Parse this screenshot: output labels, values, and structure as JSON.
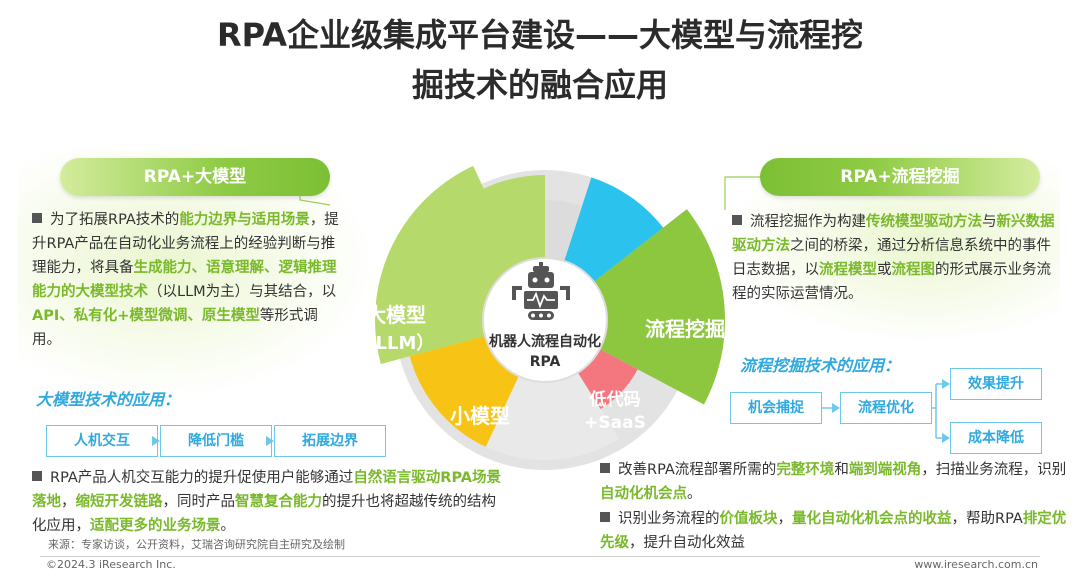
{
  "title": {
    "line1": "RPA企业级集成平台建设——大模型与流程挖",
    "line2": "掘技术的融合应用"
  },
  "left": {
    "pill": "RPA+大模型",
    "para1": [
      {
        "t": "为了拓展RPA技术的",
        "h": false
      },
      {
        "t": "能力边界与适用场景",
        "h": true
      },
      {
        "t": "，提升RPA产品在自动化业务流程上的经验判断与推理能力，将具备",
        "h": false
      },
      {
        "t": "生成能力、语意理解、逻辑推理能力的大模型技术",
        "h": true
      },
      {
        "t": "（以LLM为主）与其结合，以",
        "h": false
      },
      {
        "t": "API、私有化+模型微调、原生模型",
        "h": true
      },
      {
        "t": "等形式调用。",
        "h": false
      }
    ],
    "subtitle": "大模型技术的应用：",
    "flow": [
      "人机交互",
      "降低门槛",
      "拓展边界"
    ],
    "para2": [
      {
        "t": "RPA产品人机交互能力的提升促使用户能够通过",
        "h": false
      },
      {
        "t": "自然语言驱动RPA场景落地",
        "h": true
      },
      {
        "t": "，",
        "h": false
      },
      {
        "t": "缩短开发链路",
        "h": true
      },
      {
        "t": "，同时产品",
        "h": false
      },
      {
        "t": "智慧复合能力",
        "h": true
      },
      {
        "t": "的提升也将超越传统的结构化应用，",
        "h": false
      },
      {
        "t": "适配更多的业务场景",
        "h": true
      },
      {
        "t": "。",
        "h": false
      }
    ]
  },
  "right": {
    "pill": "RPA+流程挖掘",
    "para1": [
      {
        "t": "流程挖掘作为构建",
        "h": false
      },
      {
        "t": "传统模型驱动方法",
        "h": true
      },
      {
        "t": "与",
        "h": false
      },
      {
        "t": "新兴数据驱动方法",
        "h": true
      },
      {
        "t": "之间的桥梁，通过分析信息系统中的事件日志数据，以",
        "h": false
      },
      {
        "t": "流程模型",
        "h": true
      },
      {
        "t": "或",
        "h": false
      },
      {
        "t": "流程图",
        "h": true
      },
      {
        "t": "的形式展示业务流程的实际运营情况。",
        "h": false
      }
    ],
    "subtitle": "流程挖掘技术的应用：",
    "flow": {
      "a": "机会捕捉",
      "b": "流程优化",
      "c": "效果提升",
      "d": "成本降低"
    },
    "bullets": [
      [
        {
          "t": "改善RPA流程部署所需的",
          "h": false
        },
        {
          "t": "完整环境",
          "h": true
        },
        {
          "t": "和",
          "h": false
        },
        {
          "t": "端到端视角",
          "h": true
        },
        {
          "t": "，扫描业务流程，识别",
          "h": false
        },
        {
          "t": "自动化机会点",
          "h": true
        },
        {
          "t": "。",
          "h": false
        }
      ],
      [
        {
          "t": "识别业务流程的",
          "h": false
        },
        {
          "t": "价值板块",
          "h": true
        },
        {
          "t": "，",
          "h": false
        },
        {
          "t": "量化自动化机会点的收益",
          "h": true
        },
        {
          "t": "，帮助RPA",
          "h": false
        },
        {
          "t": "排定优先级",
          "h": true
        },
        {
          "t": "，提升自动化效益",
          "h": false
        }
      ]
    ]
  },
  "center": {
    "label_line1": "机器人流程自动化",
    "label_line2": "RPA",
    "segments": {
      "llm_line1": "大模型",
      "llm_line2": "（LLM）",
      "mining": "流程挖掘",
      "small": "小模型",
      "lowcode_line1": "低代码",
      "lowcode_line2": "+SaaS"
    },
    "icon": "robot-icon"
  },
  "colors": {
    "green_dark": "#8dc63f",
    "green_light": "#b5d96b",
    "yellow": "#f7c415",
    "cyan": "#2bc3ee",
    "pink": "#f4777f",
    "highlight": "#7ab92b",
    "blue_text": "#2fa9e0"
  },
  "source": "来源：专家访谈，公开资料，艾瑞咨询研究院自主研究及绘制",
  "footer": {
    "left": "©2024.3 iResearch Inc.",
    "right": "www.iresearch.com.cn"
  }
}
